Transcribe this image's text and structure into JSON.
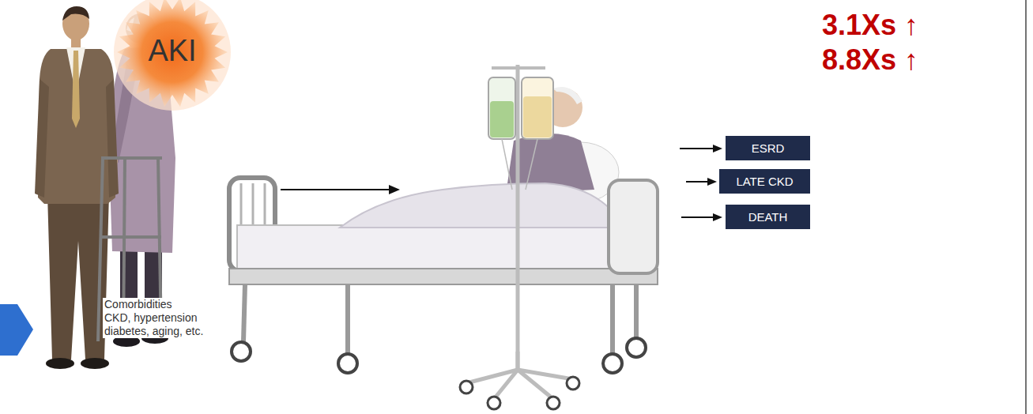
{
  "diagram": {
    "nodes": [
      {
        "text": [
          "AKI"
        ]
      },
      {
        "text": [
          "ESRD"
        ]
      },
      {
        "text": [
          "LATE CKD"
        ]
      },
      {
        "text": [
          "DEATH"
        ]
      }
    ],
    "labels": [
      "3.1Xs ↑",
      "8.8Xs ↑",
      "Comorbidities",
      "CKD, hypertension diabetes, aging, etc."
    ]
  }
}
